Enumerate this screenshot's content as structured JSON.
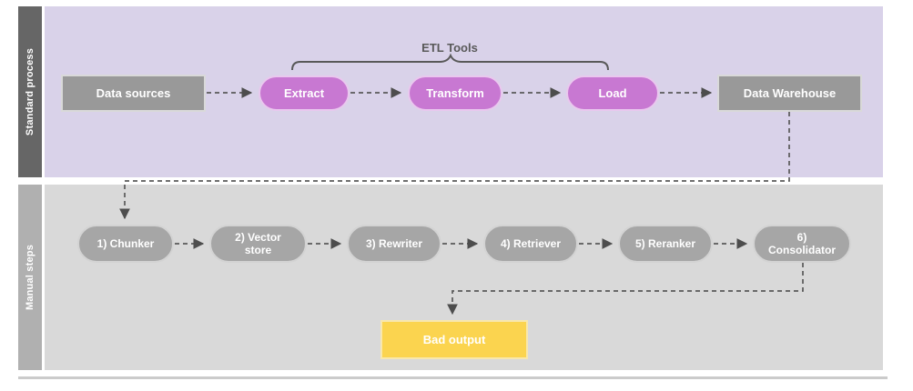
{
  "lanes": [
    {
      "label": "Standard process"
    },
    {
      "label": "Manual steps"
    }
  ],
  "standard_process": {
    "annotation": "ETL Tools",
    "nodes": [
      {
        "label": "Data sources"
      },
      {
        "label": "Extract"
      },
      {
        "label": "Transform"
      },
      {
        "label": "Load"
      },
      {
        "label": "Data Warehouse"
      }
    ]
  },
  "manual_steps": {
    "nodes": [
      {
        "label": "1) Chunker"
      },
      {
        "label": "2) Vector\nstore"
      },
      {
        "label": "3) Rewriter"
      },
      {
        "label": "4) Retriever"
      },
      {
        "label": "5) Reranker"
      },
      {
        "label": "6)\nConsolidator"
      },
      {
        "label": "Bad output"
      }
    ]
  },
  "colors": {
    "lane1_background": "#d9d2e9",
    "lane1_bar": "#666666",
    "lane2_background": "#d9d9d9",
    "lane2_bar": "#b0b0b0",
    "gray_node": "#999999",
    "gray_pill": "#a6a6a6",
    "pink_pill": "#c878d2",
    "yellow_box": "#fbd44f",
    "connector": "#595959"
  }
}
